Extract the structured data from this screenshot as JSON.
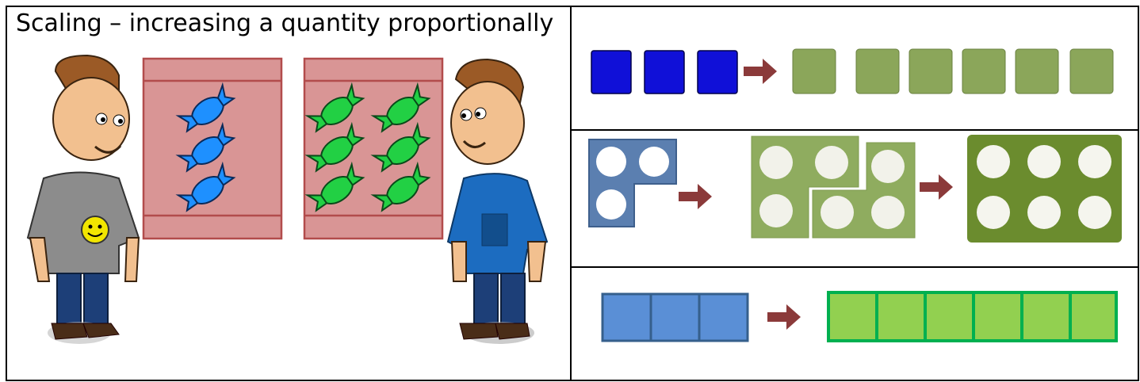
{
  "title": "Scaling – increasing a quantity proportionally",
  "colors": {
    "border": "#000000",
    "bag_fill": "#d99595",
    "bag_stroke": "#b24c4c",
    "blue_cube": "#1010d8",
    "green_cube": "#8ba65a",
    "arrow": "#8b3a3a",
    "numicon_blue": "#5b7fb0",
    "numicon_green": "#8fac5f",
    "numicon_dark_green": "#6b8c2e",
    "bar_blue": "#5a8fd6",
    "bar_blue_stroke": "#355f8c",
    "bar_green": "#92d050",
    "bar_green_stroke": "#00b050",
    "sweet_blue": "#1e90ff",
    "sweet_green": "#22d044",
    "shirt_grey": "#8c8c8c",
    "shirt_blue": "#1c6cc0"
  },
  "panels": {
    "cubes": {
      "from_count": 3,
      "to_count": 6
    },
    "numicons": {
      "from_value": 3,
      "to_pieces": 2,
      "result_value": 6
    },
    "bars": {
      "from_segments": 3,
      "to_segments": 6
    }
  },
  "bags": {
    "left_sweets": 3,
    "right_sweets": 6
  }
}
